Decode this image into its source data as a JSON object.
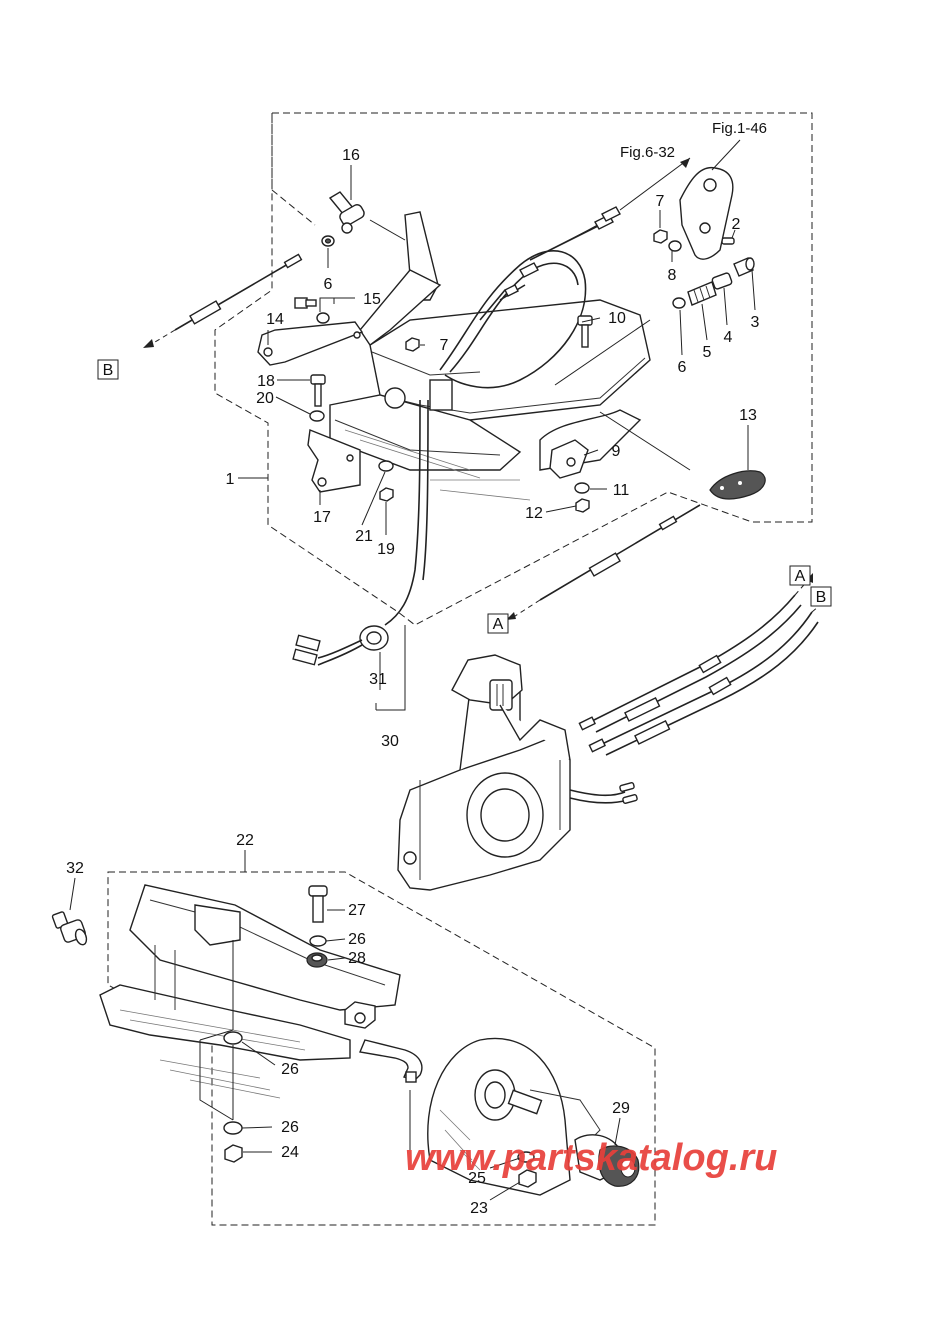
{
  "figure_refs": [
    {
      "id": "fig-1-46",
      "label": "Fig.1-46"
    },
    {
      "id": "fig-6-32",
      "label": "Fig.6-32"
    }
  ],
  "connectors": [
    {
      "id": "A-top",
      "label": "A"
    },
    {
      "id": "B-top",
      "label": "B"
    },
    {
      "id": "A-left",
      "label": "A"
    },
    {
      "id": "B-left",
      "label": "B"
    }
  ],
  "callouts": [
    "1",
    "2",
    "3",
    "4",
    "5",
    "6",
    "6",
    "7",
    "7",
    "8",
    "9",
    "10",
    "11",
    "12",
    "13",
    "14",
    "15",
    "16",
    "17",
    "18",
    "19",
    "20",
    "21",
    "22",
    "23",
    "24",
    "25",
    "26",
    "26",
    "26",
    "27",
    "28",
    "29",
    "30",
    "31",
    "32"
  ],
  "watermark": "www.partskatalog.ru"
}
